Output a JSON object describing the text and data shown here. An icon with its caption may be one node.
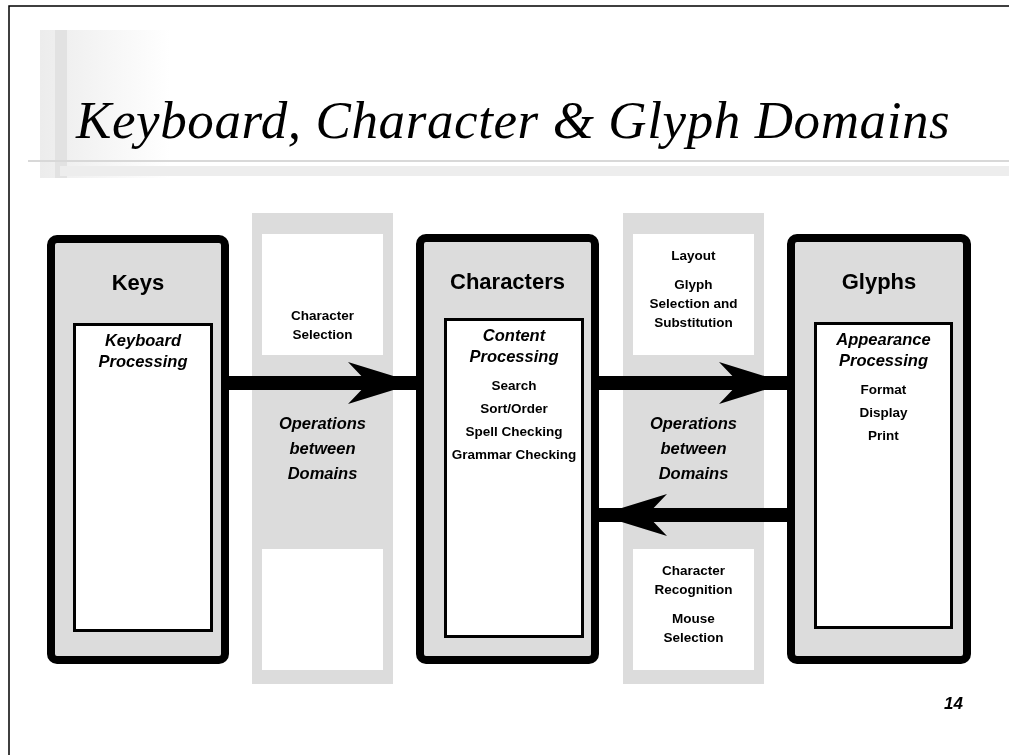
{
  "diagram": {
    "title": "Keyboard, Character & Glyph Domains",
    "nodes": [
      {
        "text": [
          "Keys"
        ]
      },
      {
        "text": [
          "Keyboard Processing"
        ],
        "in": 0
      },
      {
        "text": [
          "Operations between Domains"
        ]
      },
      {
        "text": [
          "Character Selection"
        ],
        "in": 2
      },
      {
        "text": [],
        "shape": "box",
        "in": 2
      },
      {
        "text": [
          "Characters"
        ]
      },
      {
        "text": [
          "Content Processing",
          "Search",
          "Sort/Order",
          "Spell Checking",
          "Grammar Checking"
        ],
        "in": 5
      },
      {
        "text": [
          "Operations between Domains"
        ]
      },
      {
        "text": [
          "Layout",
          "Glyph Selection and Substitution"
        ],
        "in": 7
      },
      {
        "text": [
          "Character Recognition",
          "Mouse Selection"
        ],
        "in": 7
      },
      {
        "text": [
          "Glyphs"
        ]
      },
      {
        "text": [
          "Appearance Processing",
          "Format",
          "Display",
          "Print"
        ],
        "in": 10
      }
    ],
    "edges": [
      {
        "from": 0,
        "to": 5,
        "arrow": "to"
      },
      {
        "from": 5,
        "to": 10,
        "arrow": "to"
      },
      {
        "from": 10,
        "to": 5,
        "arrow": "to"
      }
    ],
    "labels": [
      "14"
    ]
  }
}
